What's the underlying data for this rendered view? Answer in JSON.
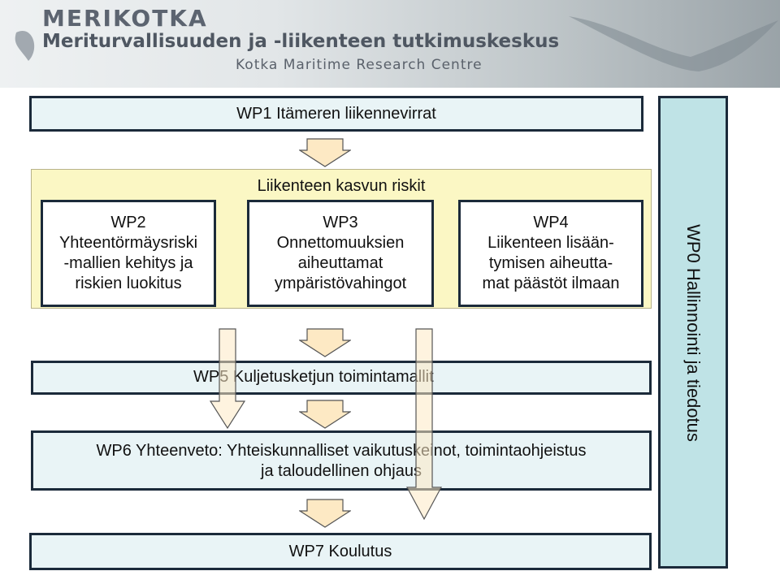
{
  "header": {
    "logo_title": "MERIKOTKA",
    "logo_subtitle": "Meriturvallisuuden ja -liikenteen tutkimuskeskus",
    "logo_english": "Kotka Maritime Research Centre"
  },
  "diagram": {
    "wp1": "WP1 Itämeren liikennevirrat",
    "group_title": "Liikenteen kasvun riskit",
    "wp2": {
      "id": "WP2",
      "line1": "Yhteentörmäysriski",
      "line2": "-mallien kehitys ja",
      "line3": "riskien luokitus"
    },
    "wp3": {
      "id": "WP3",
      "line1": "Onnettomuuksien",
      "line2": "aiheuttamat",
      "line3": "ympäristövahingot"
    },
    "wp4": {
      "id": "WP4",
      "line1": "Liikenteen lisään-",
      "line2": "tymisen aiheutta-",
      "line3": "mat päästöt ilmaan"
    },
    "wp5": "WP5 Kuljetusketjun toimintamallit",
    "wp6": {
      "line1": "WP6 Yhteenveto: Yhteiskunnalliset vaikutuskeinot, toimintaohjeistus",
      "line2": "ja taloudellinen ohjaus"
    },
    "wp7": "WP7 Koulutus",
    "wp0": "WP0 Hallinnointi ja tiedotus"
  },
  "colors": {
    "box_fill": "#e9f4f6",
    "group_fill": "#fbf7c4",
    "wp0_fill": "#bfe3e6",
    "arrow_fill": "#fde9c4",
    "border": "#1b2a3a"
  }
}
